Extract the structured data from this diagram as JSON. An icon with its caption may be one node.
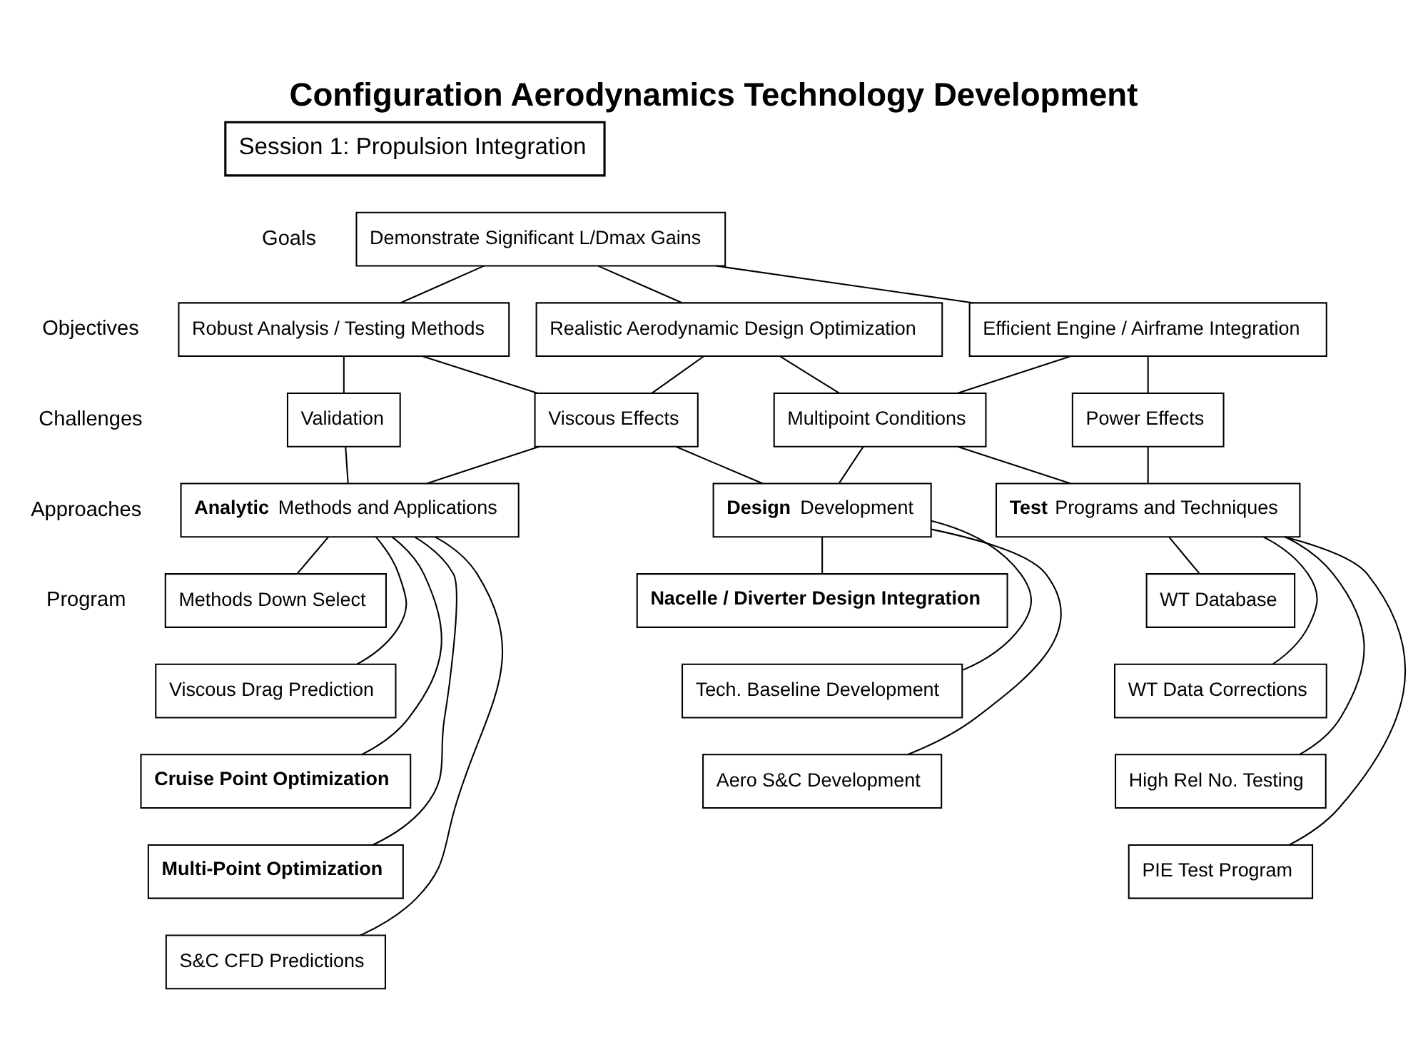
{
  "diagram": {
    "title": "Configuration Aerodynamics Technology Development",
    "nodes": [
      {
        "text": [
          "Session 1: Propulsion Integration"
        ]
      },
      {
        "text": [
          "Demonstrate Significant L/Dmax Gains"
        ]
      },
      {
        "text": [
          "Robust Analysis / Testing Methods"
        ]
      },
      {
        "text": [
          "Realistic Aerodynamic Design Optimization"
        ]
      },
      {
        "text": [
          "Efficient Engine / Airframe Integration"
        ]
      },
      {
        "text": [
          "Validation"
        ]
      },
      {
        "text": [
          "Viscous Effects"
        ]
      },
      {
        "text": [
          "Multipoint Conditions"
        ]
      },
      {
        "text": [
          "Power Effects"
        ]
      },
      {
        "text": [
          "**Analytic** Methods and Applications"
        ]
      },
      {
        "text": [
          "**Design** Development"
        ]
      },
      {
        "text": [
          "**Test** Programs and Techniques"
        ]
      },
      {
        "text": [
          "Methods Down Select"
        ]
      },
      {
        "text": [
          "Viscous Drag Prediction"
        ]
      },
      {
        "text": [
          "Cruise Point Optimization"
        ]
      },
      {
        "text": [
          "Multi-Point Optimization"
        ]
      },
      {
        "text": [
          "S&C CFD Predictions"
        ]
      },
      {
        "text": [
          "Nacelle / Diverter Design Integration"
        ]
      },
      {
        "text": [
          "Tech. Baseline Development"
        ]
      },
      {
        "text": [
          "Aero S&C Development"
        ]
      },
      {
        "text": [
          "WT Database"
        ]
      },
      {
        "text": [
          "WT Data Corrections"
        ]
      },
      {
        "text": [
          "High Rel No. Testing"
        ]
      },
      {
        "text": [
          "PIE Test Program"
        ]
      }
    ],
    "edges": [
      {
        "from": 1,
        "to": 2,
        "arrow": "none"
      },
      {
        "from": 1,
        "to": 3,
        "arrow": "none"
      },
      {
        "from": 1,
        "to": 4,
        "arrow": "none"
      },
      {
        "from": 2,
        "to": 5,
        "arrow": "none"
      },
      {
        "from": 2,
        "to": 6,
        "arrow": "none"
      },
      {
        "from": 3,
        "to": 6,
        "arrow": "none"
      },
      {
        "from": 3,
        "to": 7,
        "arrow": "none"
      },
      {
        "from": 4,
        "to": 7,
        "arrow": "none"
      },
      {
        "from": 4,
        "to": 8,
        "arrow": "none"
      },
      {
        "from": 5,
        "to": 9,
        "arrow": "none"
      },
      {
        "from": 6,
        "to": 9,
        "arrow": "none"
      },
      {
        "from": 6,
        "to": 10,
        "arrow": "none"
      },
      {
        "from": 7,
        "to": 10,
        "arrow": "none"
      },
      {
        "from": 7,
        "to": 11,
        "arrow": "none"
      },
      {
        "from": 8,
        "to": 11,
        "arrow": "none"
      },
      {
        "from": 9,
        "to": 12,
        "arrow": "none"
      },
      {
        "from": 9,
        "to": 13,
        "arrow": "none"
      },
      {
        "from": 9,
        "to": 14,
        "arrow": "none"
      },
      {
        "from": 9,
        "to": 15,
        "arrow": "none"
      },
      {
        "from": 9,
        "to": 16,
        "arrow": "none"
      },
      {
        "from": 10,
        "to": 17,
        "arrow": "none"
      },
      {
        "from": 10,
        "to": 18,
        "arrow": "none"
      },
      {
        "from": 10,
        "to": 19,
        "arrow": "none"
      },
      {
        "from": 11,
        "to": 20,
        "arrow": "none"
      },
      {
        "from": 11,
        "to": 21,
        "arrow": "none"
      },
      {
        "from": 11,
        "to": 22,
        "arrow": "none"
      },
      {
        "from": 11,
        "to": 23,
        "arrow": "none"
      }
    ],
    "labels": [
      "Goals",
      "Objectives",
      "Challenges",
      "Approaches",
      "Program"
    ]
  }
}
